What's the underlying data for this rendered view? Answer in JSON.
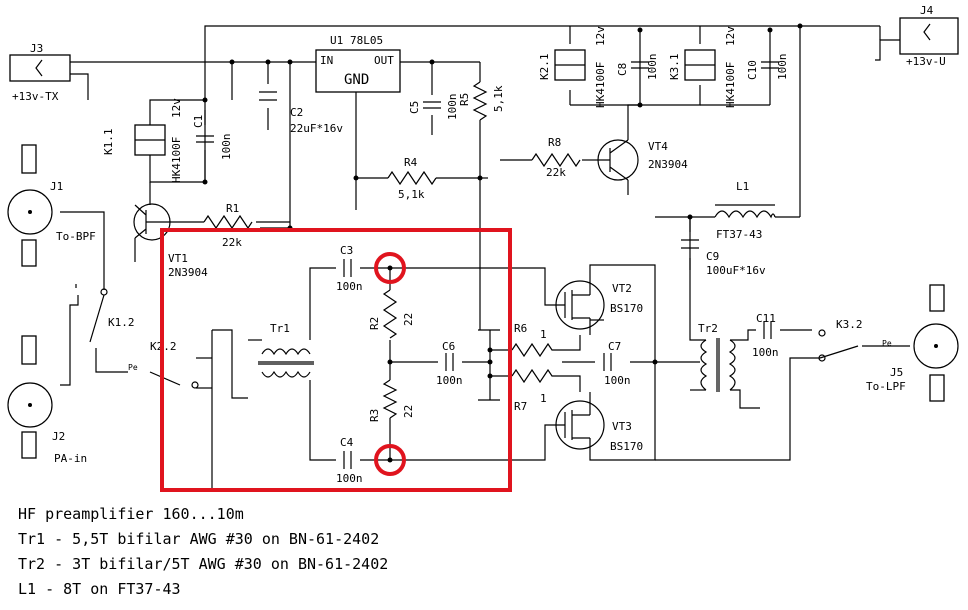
{
  "labels": {
    "j3": "J3",
    "j3_net": "+13v-TX",
    "j4": "J4",
    "j4_net": "+13v-U",
    "j1": "J1",
    "j1_net": "To-BPF",
    "j2": "J2",
    "j2_net": "PA-in",
    "j5": "J5",
    "j5_net": "To-LPF",
    "u1": "U1",
    "u1_part": "78L05",
    "u1_in": "IN",
    "u1_out": "OUT",
    "u1_gnd": "GND",
    "c1": "C1",
    "c1_val": "100n",
    "c2": "C2",
    "c2_val": "22uF*16v",
    "c3": "C3",
    "c3_val": "100n",
    "c4": "C4",
    "c4_val": "100n",
    "c5": "C5",
    "c5_val": "100n",
    "c6": "C6",
    "c6_val": "100n",
    "c7": "C7",
    "c7_val": "100n",
    "c8": "C8",
    "c8_val": "100n",
    "c9": "C9",
    "c9_val": "100uF*16v",
    "c10": "C10",
    "c10_val": "100n",
    "c11": "C11",
    "c11_val": "100n",
    "r1": "R1",
    "r1_val": "22k",
    "r2": "R2",
    "r2_val": "22",
    "r3": "R3",
    "r3_val": "22",
    "r4": "R4",
    "r4_val": "5,1k",
    "r5": "R5",
    "r5_val": "5,1k",
    "r6": "R6",
    "r6_val": "1",
    "r7": "R7",
    "r7_val": "1",
    "r8": "R8",
    "r8_val": "22k",
    "vt1": "VT1",
    "vt1_part": "2N3904",
    "vt2": "VT2",
    "vt2_part": "BS170",
    "vt3": "VT3",
    "vt3_part": "BS170",
    "vt4": "VT4",
    "vt4_part": "2N3904",
    "k1": "K1.1",
    "k1_part": "HK4100F",
    "k1_v": "12v",
    "k2": "K2.1",
    "k2_part": "HK4100F",
    "k2_v": "12v",
    "k3": "K3.1",
    "k3_part": "HK4100F",
    "k3_v": "12v",
    "k12": "K1.2",
    "k22": "K2.2",
    "k32": "K3.2",
    "tr1": "Tr1",
    "tr2": "Tr2",
    "l1": "L1",
    "l1_part": "FT37-43",
    "pe": "Pe"
  },
  "notes": [
    "HF preamplifier 160...10m",
    "Tr1 - 5,5T bifilar AWG #30 on BN-61-2402",
    "Tr2 - 3T bifilar/5T AWG #30 on BN-61-2402",
    "L1 - 8T on FT37-43"
  ],
  "colors": {
    "ink": "#000000",
    "highlight": "#e0141e"
  }
}
